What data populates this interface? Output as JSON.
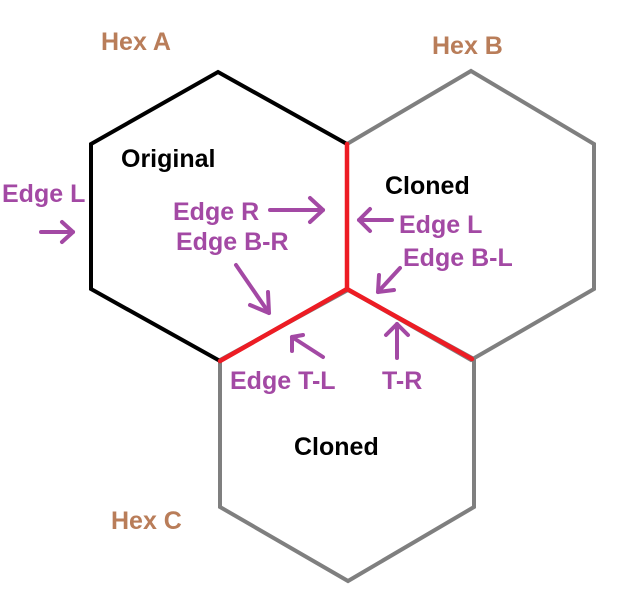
{
  "hexes": {
    "a": {
      "title": "Hex A",
      "label": "Original",
      "outline_color": "#000000"
    },
    "b": {
      "title": "Hex B",
      "label": "Cloned",
      "outline_color": "#7f7f7f"
    },
    "c": {
      "title": "Hex C",
      "label": "Cloned",
      "outline_color": "#7f7f7f"
    }
  },
  "edge_labels": {
    "a_left": "Edge L",
    "a_right": "Edge R",
    "a_bottom_right": "Edge B-R",
    "b_left": "Edge L",
    "b_bottom_left": "Edge B-L",
    "c_top_left": "Edge T-L",
    "c_top_right": "T-R"
  },
  "colors": {
    "hex_title": "#b97d59",
    "edge_label": "#a349a4",
    "shared_edge": "#ed1c24",
    "label": "#000000"
  }
}
